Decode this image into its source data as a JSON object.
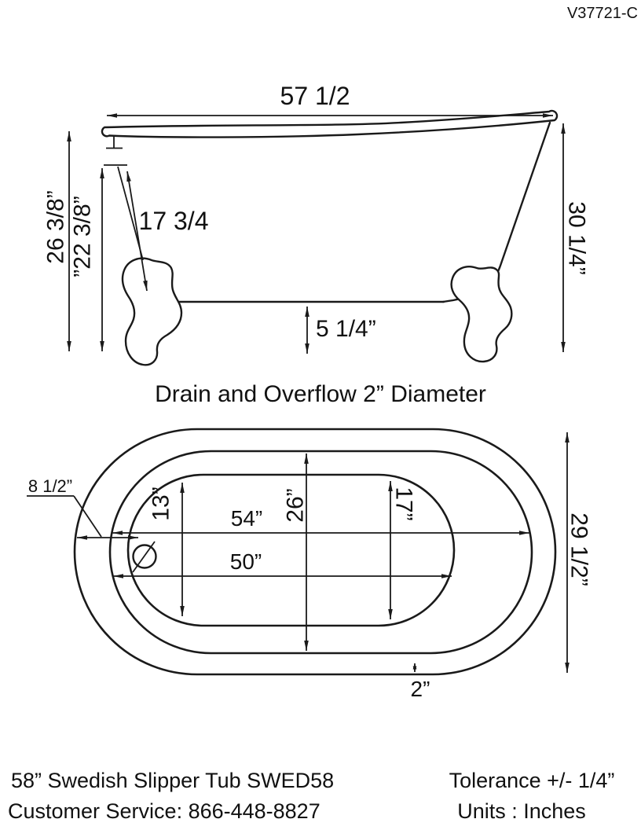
{
  "doc_number": "V37721-C",
  "side_view": {
    "length_top": "57 1/2",
    "height_left_outer": "26 3/8”",
    "height_left_inner": "”22 3/8”",
    "foot_height_diag": "17 3/4",
    "height_right": "30 1/4”",
    "ground_clearance": "5 1/4”",
    "caption": "Drain and Overflow 2” Diameter"
  },
  "top_view": {
    "drain_offset": "8 1/2”",
    "left_interior_width": "13”",
    "rim_interior_length": "54”",
    "interior_width": "26”",
    "right_interior_width": "17”",
    "floor_length": "50”",
    "overall_width": "29 1/2”",
    "rim_thickness": "2”"
  },
  "footer": {
    "product_title": "58” Swedish Slipper Tub SWED58",
    "customer_service": "Customer Service: 866-448-8827",
    "tolerance": "Tolerance +/- 1/4”",
    "units": "Units : Inches"
  },
  "colors": {
    "line": "#1a1a1a",
    "background": "#ffffff"
  }
}
